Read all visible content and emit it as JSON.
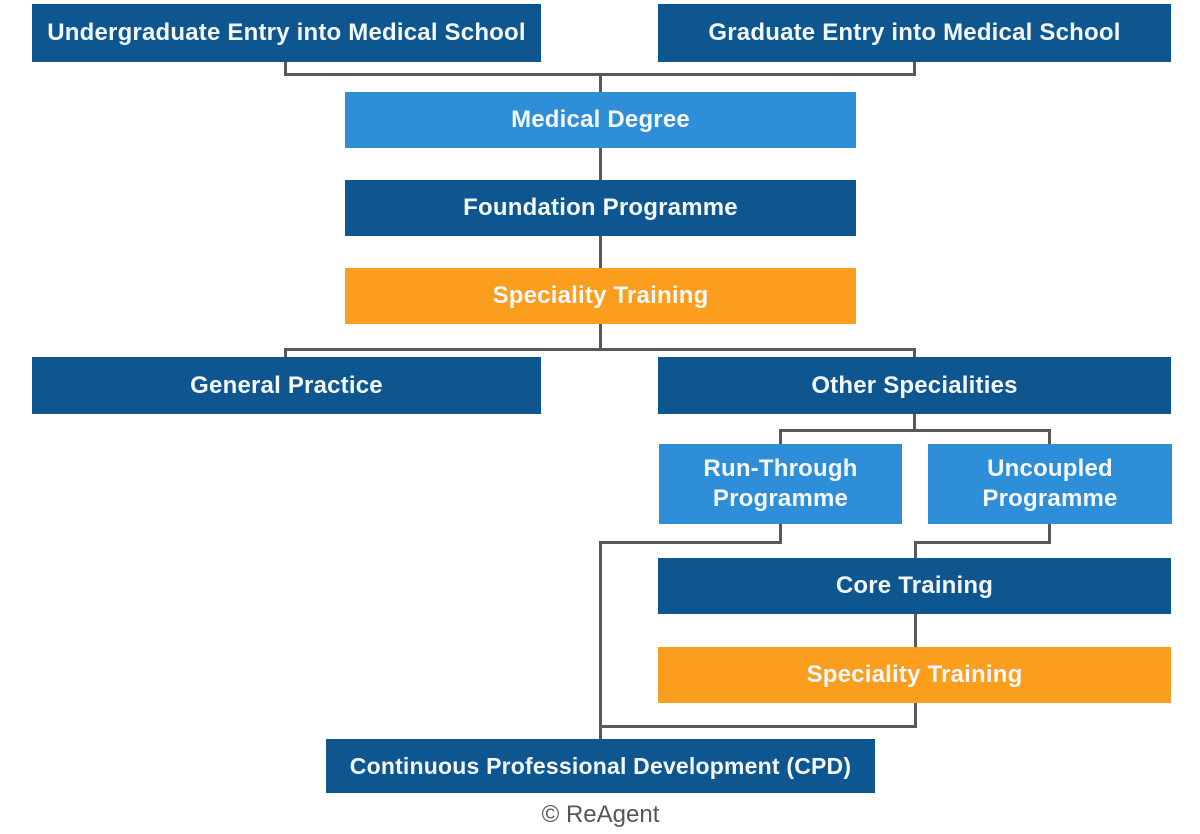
{
  "diagram": {
    "type": "flowchart",
    "subject": "Medical career training pathway",
    "footer": "© ReAgent",
    "colors": {
      "dark_blue": "#0e568f",
      "light_blue": "#2e8fd8",
      "orange": "#fb9e1e",
      "connector_gray": "#58595b",
      "text_white": "#f4f7fa",
      "footer_gray": "#55565a",
      "background": "#ffffff"
    },
    "nodes": {
      "undergraduate": {
        "label": "Undergraduate Entry into Medical School",
        "style": "dark_blue"
      },
      "graduate": {
        "label": "Graduate Entry into Medical School",
        "style": "dark_blue"
      },
      "medical_degree": {
        "label": "Medical Degree",
        "style": "light_blue"
      },
      "foundation": {
        "label": "Foundation Programme",
        "style": "dark_blue"
      },
      "speciality_training_1": {
        "label": "Speciality Training",
        "style": "orange"
      },
      "general_practice": {
        "label": "General Practice",
        "style": "dark_blue"
      },
      "other_specialities": {
        "label": "Other Specialities",
        "style": "dark_blue"
      },
      "run_through": {
        "label": "Run-Through Programme",
        "style": "light_blue"
      },
      "uncoupled": {
        "label": "Uncoupled Programme",
        "style": "light_blue"
      },
      "core_training": {
        "label": "Core Training",
        "style": "dark_blue"
      },
      "speciality_training_2": {
        "label": "Speciality Training",
        "style": "orange"
      },
      "cpd": {
        "label": "Continuous Professional Development (CPD)",
        "style": "dark_blue"
      }
    },
    "edges": [
      {
        "from": "undergraduate",
        "to": "medical_degree"
      },
      {
        "from": "graduate",
        "to": "medical_degree"
      },
      {
        "from": "medical_degree",
        "to": "foundation"
      },
      {
        "from": "foundation",
        "to": "speciality_training_1"
      },
      {
        "from": "speciality_training_1",
        "to": "general_practice"
      },
      {
        "from": "speciality_training_1",
        "to": "other_specialities"
      },
      {
        "from": "other_specialities",
        "to": "run_through"
      },
      {
        "from": "other_specialities",
        "to": "uncoupled"
      },
      {
        "from": "uncoupled",
        "to": "core_training"
      },
      {
        "from": "core_training",
        "to": "speciality_training_2"
      },
      {
        "from": "run_through",
        "to": "cpd"
      },
      {
        "from": "speciality_training_2",
        "to": "cpd"
      }
    ]
  }
}
